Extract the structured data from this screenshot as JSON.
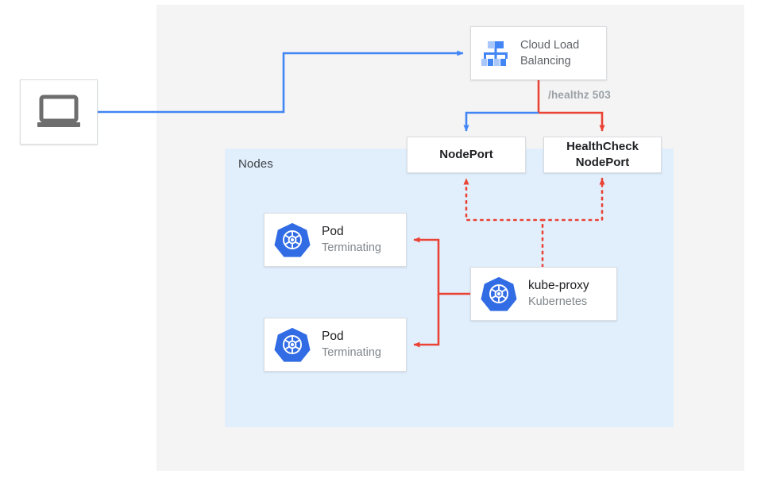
{
  "diagram": {
    "title": "Kubernetes NodePort health check with terminating pods",
    "colors": {
      "blue": "#4285F4",
      "red": "#EA4335",
      "panel_gray": "#f4f4f4",
      "nodes_blue": "#e1effd",
      "card_white": "#ffffff",
      "card_border": "#dadce0",
      "text_dark": "#202124",
      "text_gray": "#5f6368",
      "text_muted": "#80868b",
      "label_gray": "#9aa0a6",
      "k8s_blue": "#326ce5"
    }
  },
  "client": {
    "icon": "laptop-icon"
  },
  "load_balancer": {
    "icon": "cloud-load-balancing-icon",
    "line1": "Cloud Load",
    "line2": "Balancing"
  },
  "healthz": {
    "label": "/healthz 503"
  },
  "nodes_region": {
    "label": "Nodes"
  },
  "ports": [
    {
      "name": "nodeport",
      "line1": "NodePort",
      "line2": ""
    },
    {
      "name": "healthcheck-nodeport",
      "line1": "HealthCheck",
      "line2": "NodePort"
    }
  ],
  "pods": [
    {
      "icon": "kubernetes-icon",
      "title": "Pod",
      "status": "Terminating"
    },
    {
      "icon": "kubernetes-icon",
      "title": "Pod",
      "status": "Terminating"
    }
  ],
  "kube_proxy": {
    "icon": "kubernetes-icon",
    "title": "kube-proxy",
    "subtitle": "Kubernetes"
  }
}
